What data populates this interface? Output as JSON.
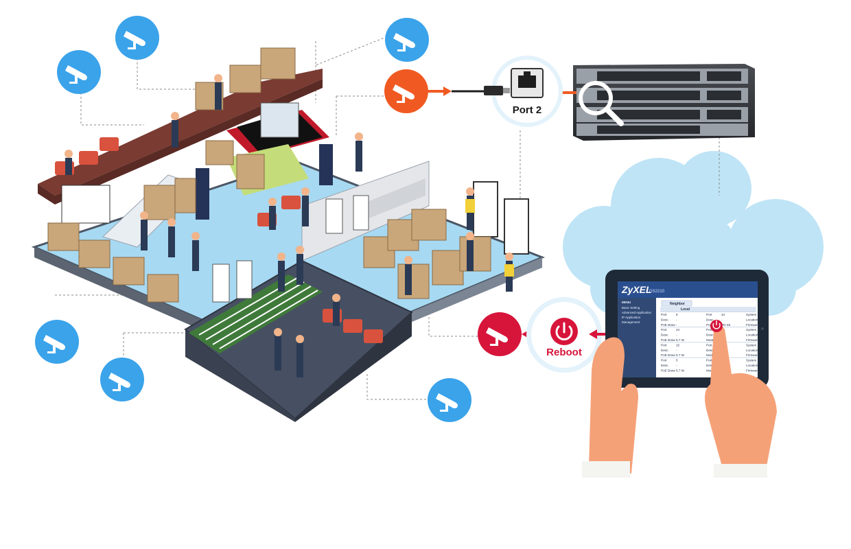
{
  "port_label": "Port 2",
  "reboot_label": "Reboot",
  "tablet_ui": {
    "brand": "ZyXEL",
    "model": "GS2210",
    "menu": [
      "MENU",
      "Basic Setting",
      "Advanced Application",
      "IP Application",
      "Management"
    ],
    "tab": "Neighbor",
    "section": "Local",
    "rows": [
      [
        "Port",
        "8",
        "Port",
        "24",
        "System"
      ],
      [
        "Desc.",
        "-",
        "Desc.",
        "-",
        "Location"
      ],
      [
        "PoE Draw",
        "-",
        "Port",
        "PD-48",
        "Firmware"
      ],
      [
        "Port",
        "24",
        "Port",
        "-",
        "System"
      ],
      [
        "Desc.",
        "-",
        "Desc.",
        "-",
        "Location"
      ],
      [
        "PoE Draw",
        "5.7 W",
        "Model",
        "-",
        "Firmware"
      ],
      [
        "Port",
        "15",
        "Port",
        "-",
        "System"
      ],
      [
        "Desc.",
        "-",
        "Desc.",
        "-",
        "Location"
      ],
      [
        "PoE Draw",
        "5.7 W",
        "Model",
        "-",
        "Firmware"
      ],
      [
        "Port",
        "5",
        "Port",
        "-",
        "System"
      ],
      [
        "Desc.",
        "-",
        "Desc.",
        "-",
        "Location"
      ],
      [
        "PoE Draw",
        "5.7 W",
        "Model",
        "-",
        "Firmware"
      ]
    ]
  },
  "colors": {
    "camera_blue": "#3aa3ea",
    "camera_orange": "#f05a22",
    "camera_red": "#d7143a",
    "cloud": "#bfe4f6",
    "floor": "#a7d9f2"
  }
}
